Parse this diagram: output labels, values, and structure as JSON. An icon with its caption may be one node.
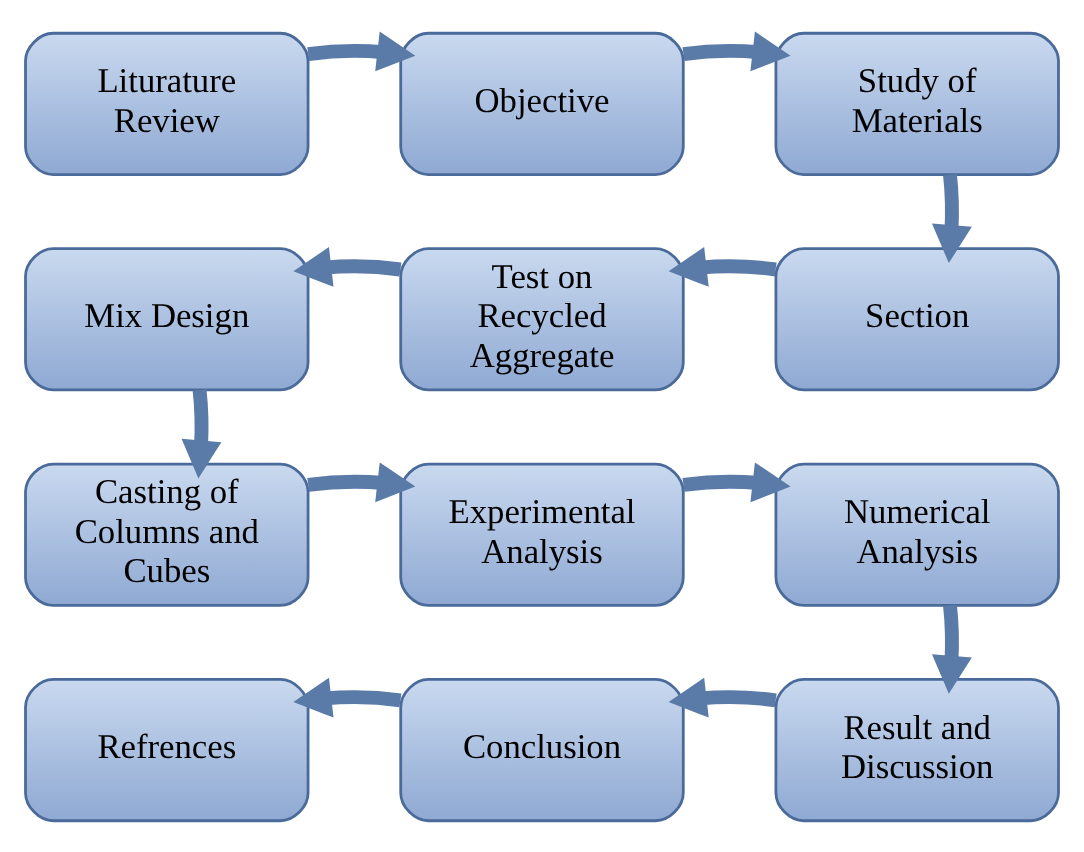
{
  "diagram": {
    "nodes": [
      {
        "text": [
          "Liturature Review"
        ]
      },
      {
        "text": [
          "Objective"
        ]
      },
      {
        "text": [
          "Study of Materials"
        ]
      },
      {
        "text": [
          "Mix Design"
        ]
      },
      {
        "text": [
          "Test on Recycled Aggregate"
        ]
      },
      {
        "text": [
          "Section"
        ]
      },
      {
        "text": [
          "Casting of Columns and Cubes"
        ]
      },
      {
        "text": [
          "Experimental Analysis"
        ]
      },
      {
        "text": [
          "Numerical Analysis"
        ]
      },
      {
        "text": [
          "Refrences"
        ]
      },
      {
        "text": [
          "Conclusion"
        ]
      },
      {
        "text": [
          "Result and Discussion"
        ]
      }
    ],
    "edges": [
      {
        "from": 0,
        "to": 1,
        "arrow": "to"
      },
      {
        "from": 1,
        "to": 2,
        "arrow": "to"
      },
      {
        "from": 2,
        "to": 5,
        "arrow": "to"
      },
      {
        "from": 5,
        "to": 4,
        "arrow": "to"
      },
      {
        "from": 4,
        "to": 3,
        "arrow": "to"
      },
      {
        "from": 3,
        "to": 6,
        "arrow": "to"
      },
      {
        "from": 6,
        "to": 7,
        "arrow": "to"
      },
      {
        "from": 7,
        "to": 8,
        "arrow": "to"
      },
      {
        "from": 8,
        "to": 11,
        "arrow": "to"
      },
      {
        "from": 11,
        "to": 10,
        "arrow": "to"
      },
      {
        "from": 10,
        "to": 9,
        "arrow": "to"
      }
    ]
  }
}
